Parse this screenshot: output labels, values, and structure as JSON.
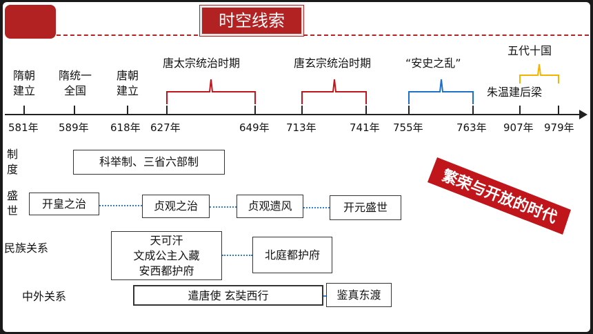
{
  "title": "时空线索",
  "events_above": [
    {
      "label": "隋朝\n建立"
    },
    {
      "label": "隋统一\n全国"
    },
    {
      "label": "唐朝\n建立"
    },
    {
      "label": "唐太宗统治时期"
    },
    {
      "label": "唐玄宗统治时期"
    },
    {
      "label": "“安史之乱”"
    },
    {
      "label": "五代十国"
    },
    {
      "label": "朱温建后梁"
    }
  ],
  "years": [
    "581年",
    "589年",
    "618年",
    "627年",
    "649年",
    "713年",
    "741年",
    "755年",
    "763年",
    "907年",
    "979年"
  ],
  "rows": {
    "system": {
      "label": "制\n度",
      "items": [
        "科举制、三省六部制"
      ]
    },
    "prosperity": {
      "label": "盛\n世",
      "items": [
        "开皇之治",
        "贞观之治",
        "贞观遗风",
        "开元盛世"
      ]
    },
    "ethnic": {
      "label": "民族关系",
      "items": [
        "天可汗\n文成公主入藏\n安西都护府",
        "北庭都护府"
      ]
    },
    "foreign": {
      "label": "中外关系",
      "items": [
        "遣唐使  玄奘西行",
        "鉴真东渡"
      ]
    }
  },
  "stamp_text": "繁荣与开放的时代",
  "colors": {
    "title_bg": "#b22222",
    "brace_red": "#c0151a",
    "brace_blue": "#1e6fc7",
    "brace_yellow": "#f2b400",
    "stamp_bg": "#c0151a",
    "dotted_link": "#2f7fd1"
  }
}
